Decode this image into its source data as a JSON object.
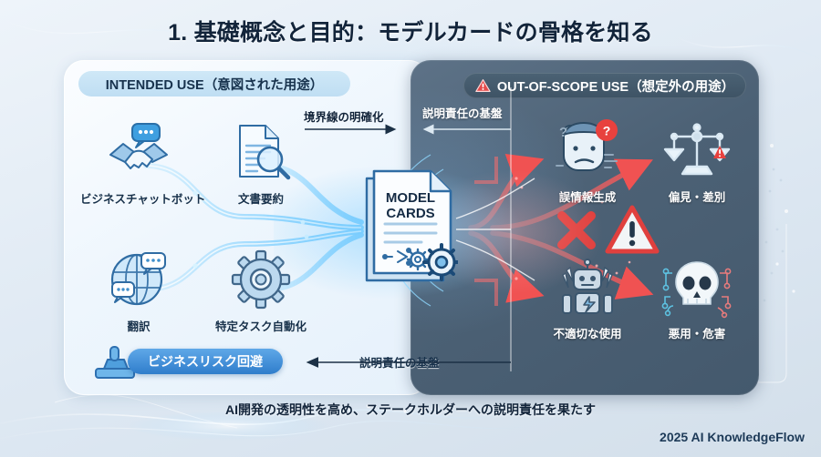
{
  "title": "1. 基礎概念と目的：モデルカードの骨格を知る",
  "left_panel": {
    "header": "INTENDED USE（意図された用途）",
    "items": [
      {
        "label": "ビジネスチャットボット",
        "icon": "handshake-chat-icon"
      },
      {
        "label": "文書要約",
        "icon": "document-magnifier-icon"
      },
      {
        "label": "翻訳",
        "icon": "globe-chat-icon"
      },
      {
        "label": "特定タスク自動化",
        "icon": "gear-icon"
      }
    ],
    "badge": {
      "label": "ビジネスリスク回避",
      "icon": "stamp-icon",
      "color": "#2f7dcb"
    }
  },
  "right_panel": {
    "header": "OUT-OF-SCOPE USE（想定外の用途）",
    "header_icon": "warning-triangle-icon",
    "items": [
      {
        "label": "誤情報生成",
        "icon": "confused-face-question-icon"
      },
      {
        "label": "偏見・差別",
        "icon": "scales-warning-icon"
      },
      {
        "label": "不適切な使用",
        "icon": "broken-robot-icon"
      },
      {
        "label": "悪用・危害",
        "icon": "skull-circuit-icon"
      }
    ],
    "center_icons": [
      {
        "name": "red-x-icon",
        "color": "#e03b3b"
      },
      {
        "name": "warning-triangle-icon",
        "color": "#e03b3b"
      }
    ]
  },
  "center": {
    "card_line1": "MODEL",
    "card_line2": "CARDS",
    "icon": "model-card-document-icon"
  },
  "flows": [
    {
      "label": "境界線の明確化",
      "direction": "right"
    },
    {
      "label": "説明責任の基盤",
      "direction": "left"
    },
    {
      "label": "説明責任の基盤",
      "direction": "left"
    }
  ],
  "caption": "AI開発の透明性を高め、ステークホルダーへの説明責任を果たす",
  "brand": "2025 AI KnowledgeFlow",
  "colors": {
    "title": "#12243a",
    "left_panel_bg": "#eef6fd",
    "right_panel_bg": "#4c6175",
    "accent_blue": "#2f7dcb",
    "danger_red": "#e03b3b"
  }
}
